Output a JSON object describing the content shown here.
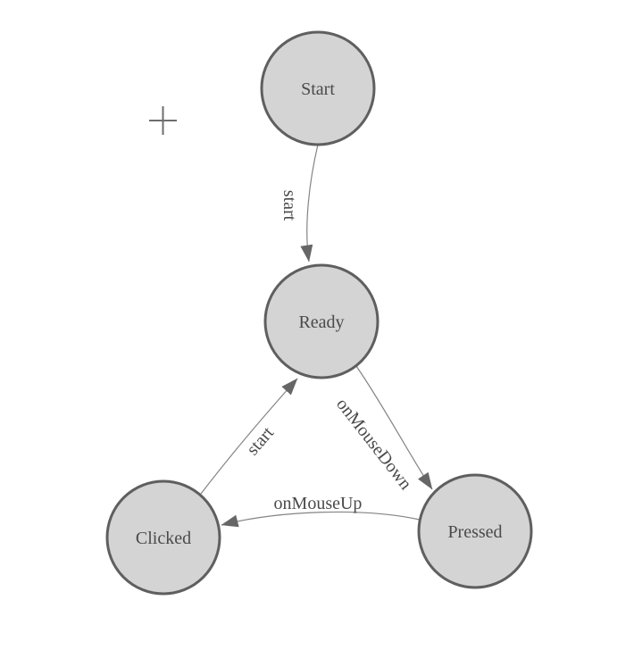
{
  "colors": {
    "canvas_background": "#ffffff",
    "node_fill": "#d4d4d4",
    "node_stroke": "#5f5f5f",
    "edge_stroke": "#848484",
    "arrowhead_fill": "#666666",
    "label_text": "#4a4a4a",
    "origin_marker": "#6e6e6e"
  },
  "icons": {
    "origin_marker": "plus-cross"
  },
  "diagram": {
    "type": "finite-state-machine",
    "nodes": [
      {
        "id": "start",
        "label": "Start"
      },
      {
        "id": "ready",
        "label": "Ready"
      },
      {
        "id": "clicked",
        "label": "Clicked"
      },
      {
        "id": "pressed",
        "label": "Pressed"
      }
    ],
    "edges": [
      {
        "from": "start",
        "to": "ready",
        "label": "start"
      },
      {
        "from": "ready",
        "to": "pressed",
        "label": "onMouseDown"
      },
      {
        "from": "pressed",
        "to": "clicked",
        "label": "onMouseUp"
      },
      {
        "from": "clicked",
        "to": "ready",
        "label": "start"
      }
    ]
  }
}
